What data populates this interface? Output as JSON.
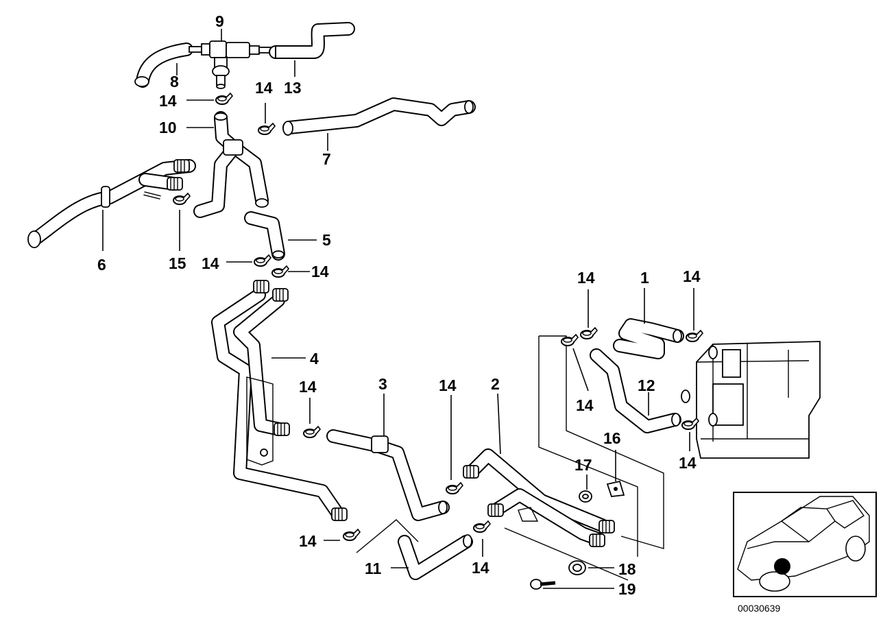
{
  "diagram": {
    "reference_number": "00030639",
    "callouts": {
      "c1": "1",
      "c2": "2",
      "c3": "3",
      "c4": "4",
      "c5": "5",
      "c6": "6",
      "c7": "7",
      "c8": "8",
      "c9": "9",
      "c10": "10",
      "c11": "11",
      "c12": "12",
      "c13": "13",
      "c14": "14",
      "c15": "15",
      "c16": "16",
      "c17": "17",
      "c18": "18",
      "c19": "19"
    }
  }
}
